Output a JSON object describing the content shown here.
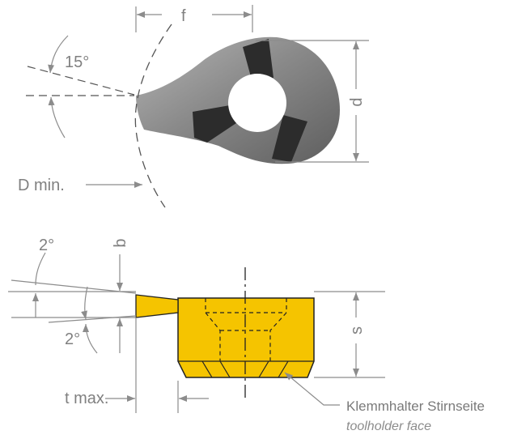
{
  "labels": {
    "f": "f",
    "angle_15": "15°",
    "d": "d",
    "d_min": "D min.",
    "angle_2_top": "2°",
    "b": "b",
    "angle_2_bottom": "2°",
    "s": "s",
    "t_max": "t max.",
    "holder_de": "Klemmhalter Stirnseite",
    "holder_en": "toolholder face"
  },
  "colors": {
    "insert_yellow": "#f5c400",
    "outline": "#222222",
    "dim_line": "#8c8c8c",
    "carbide_grey": "#8a8a8a",
    "carbide_dark": "#2c2c2c"
  }
}
